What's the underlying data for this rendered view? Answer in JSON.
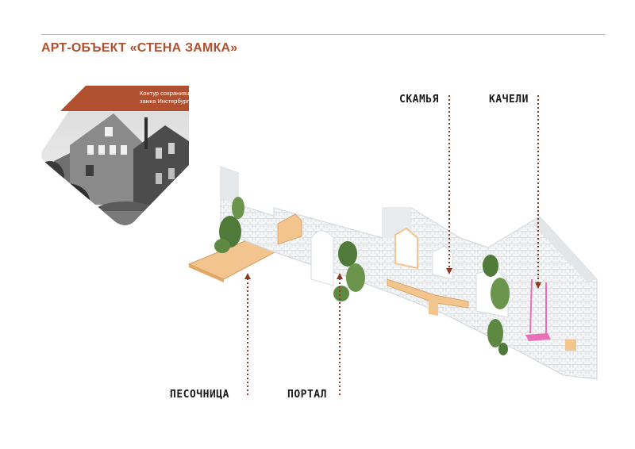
{
  "title": "АРТ-ОБЪЕКТ «СТЕНА ЗАМКА»",
  "photo": {
    "caption": "Контур сохранившихся стен замка Инстербург"
  },
  "labels": {
    "bench": "СКАМЬЯ",
    "swing": "КАЧЕЛИ",
    "sandbox": "ПЕСОЧНИЦА",
    "portal": "ПОРТАЛ"
  },
  "colors": {
    "accent": "#b0502f",
    "leader": "#8b3a22",
    "wood": "#f2c48e",
    "swing": "#e96fb8",
    "stone": "#f1f3f4"
  }
}
